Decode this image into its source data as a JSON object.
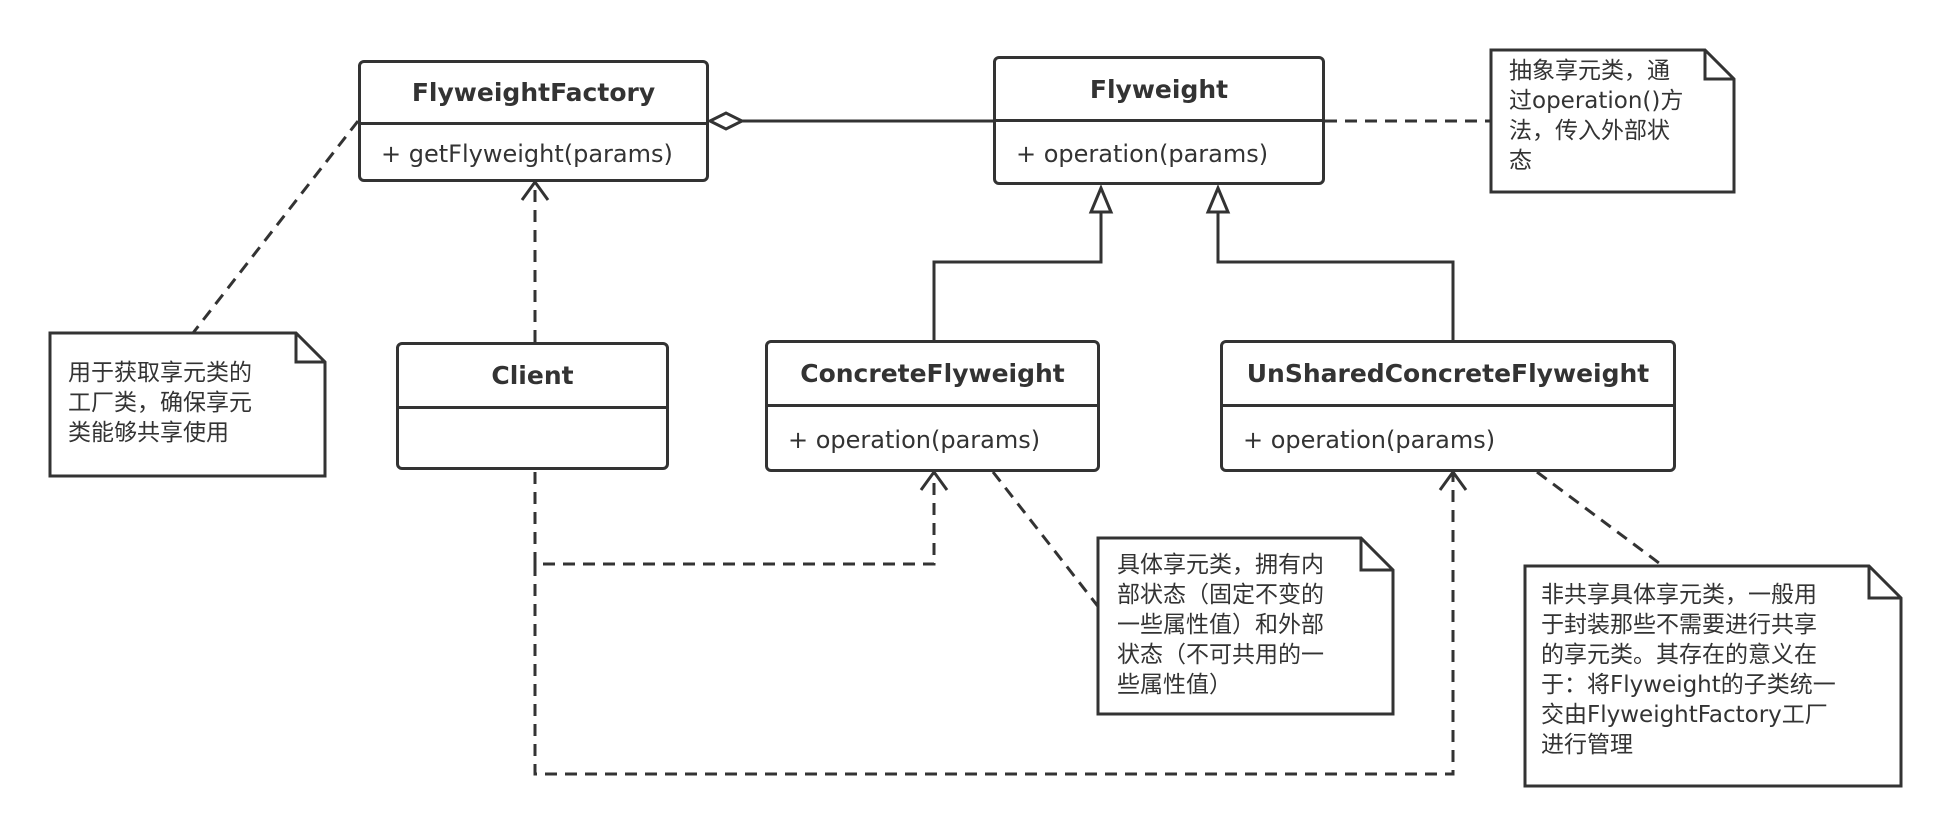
{
  "classes": {
    "factory": {
      "name": "FlyweightFactory",
      "operation": "+ getFlyweight(params)"
    },
    "flyweight": {
      "name": "Flyweight",
      "operation": "+ operation(params)"
    },
    "client": {
      "name": "Client",
      "operation": ""
    },
    "concrete": {
      "name": "ConcreteFlyweight",
      "operation": "+ operation(params)"
    },
    "unshared": {
      "name": "UnSharedConcreteFlyweight",
      "operation": "+ operation(params)"
    }
  },
  "notes": {
    "flyweight": "抽象享元类，通\n过operation()方\n法，传入外部状\n态",
    "factory": "用于获取享元类的\n工厂类，确保享元\n类能够共享使用",
    "concrete": "具体享元类，拥有内\n部状态（固定不变的\n一些属性值）和外部\n状态（不可共用的一\n些属性值）",
    "unshared": "非共享具体享元类，一般用\n于封装那些不需要进行共享\n的享元类。其存在的意义在\n于：将Flyweight的子类统一\n交由FlyweightFactory工厂\n进行管理"
  },
  "colors": {
    "stroke": "#333333",
    "background": "#ffffff"
  }
}
